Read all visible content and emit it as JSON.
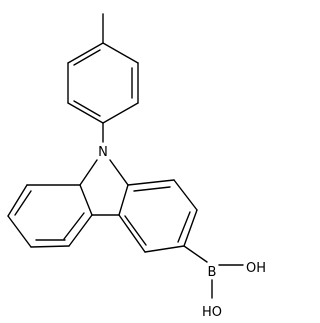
{
  "molecule": {
    "atoms": {
      "nitrogen": "N",
      "boron": "B",
      "hydroxyl_upper": "OH",
      "hydroxyl_lower": "HO"
    }
  },
  "colors": {
    "stroke": "#000000",
    "background": "#ffffff"
  }
}
